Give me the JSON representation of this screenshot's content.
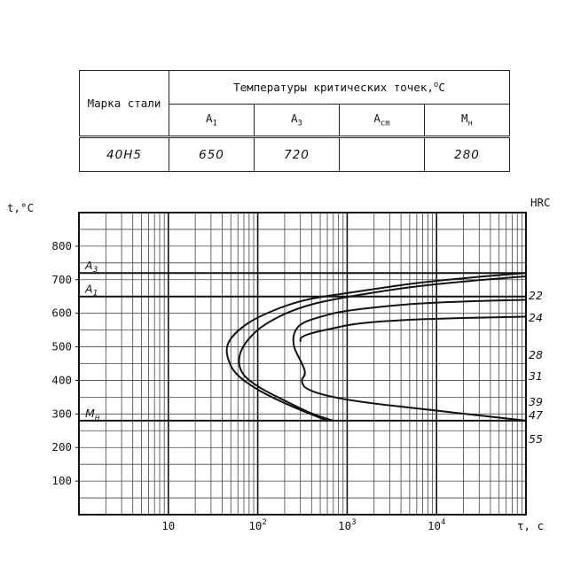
{
  "table": {
    "col_grade_label": "Марка стали",
    "group_header": "Температуры критических точек,°С",
    "sub_headers": [
      "A1",
      "A3",
      "Acm",
      "Mн"
    ],
    "rows": [
      {
        "grade": "40Н5",
        "A1": "650",
        "A3": "720",
        "Acm": "",
        "Mn": "280"
      }
    ]
  },
  "chart_data": {
    "type": "line",
    "ylabel": "t,°C",
    "xlabel": "τ, с",
    "y_axis_right_label": "HRC",
    "x_scale": "log",
    "xlim": [
      1,
      100000
    ],
    "ylim": [
      0,
      900
    ],
    "y_ticks": [
      "100",
      "200",
      "300",
      "400",
      "500",
      "600",
      "700",
      "800"
    ],
    "x_tick_labels": [
      {
        "value": 10,
        "label": "10"
      },
      {
        "value": 100,
        "label": "10",
        "exp": "2"
      },
      {
        "value": 1000,
        "label": "10",
        "exp": "3"
      },
      {
        "value": 10000,
        "label": "10",
        "exp": "4"
      }
    ],
    "grid": true,
    "hlines": [
      {
        "label": "A3",
        "y": 720
      },
      {
        "label": "A1",
        "y": 650
      },
      {
        "label": "Mн",
        "y": 280
      }
    ],
    "hardness_labels": [
      "22",
      "24",
      "28",
      "31",
      "39",
      "47",
      "55"
    ],
    "series": [
      {
        "x": [
          100000,
          10000,
          1000,
          300,
          100,
          60,
          45,
          45,
          55,
          100,
          250,
          600
        ],
        "y": [
          720,
          700,
          660,
          640,
          590,
          550,
          510,
          470,
          420,
          370,
          320,
          280
        ]
      },
      {
        "x": [
          100000,
          10000,
          1000,
          300,
          120,
          75,
          60,
          65,
          100,
          200,
          400,
          700
        ],
        "y": [
          710,
          690,
          650,
          620,
          570,
          520,
          470,
          420,
          380,
          340,
          300,
          280
        ]
      },
      {
        "x": [
          100000,
          10000,
          1000,
          500,
          300,
          250,
          250,
          300,
          350,
          300,
          350,
          1000,
          10000,
          100000
        ],
        "y": [
          640,
          635,
          610,
          590,
          570,
          540,
          500,
          460,
          420,
          400,
          370,
          340,
          310,
          280
        ]
      },
      {
        "x": [
          100000,
          10000,
          2000,
          1000,
          700,
          450,
          300,
          300
        ],
        "y": [
          590,
          585,
          575,
          565,
          555,
          545,
          530,
          515
        ]
      }
    ]
  }
}
